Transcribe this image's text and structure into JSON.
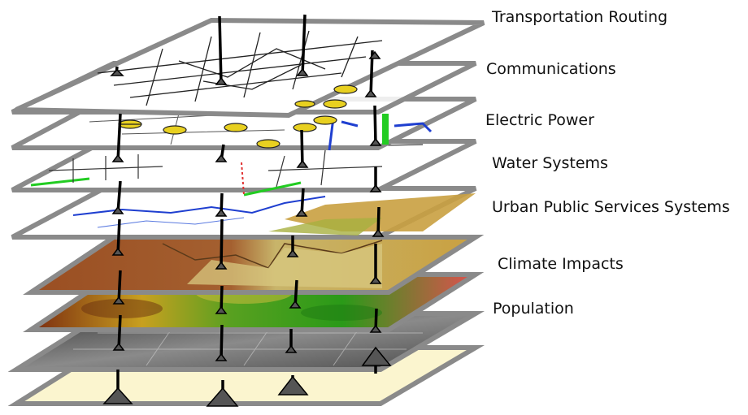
{
  "layers": [
    {
      "id": "transportation",
      "label": "Transportation Routing",
      "fill": "#ffffff"
    },
    {
      "id": "communications",
      "label": "Communications",
      "fill": "#ffffff"
    },
    {
      "id": "electric",
      "label": "Electric Power",
      "fill": "#ffffff"
    },
    {
      "id": "water",
      "label": "Water Systems",
      "fill": "#ffffff"
    },
    {
      "id": "urban",
      "label": "Urban Public Services Systems",
      "fill": "#ffffff"
    },
    {
      "id": "climate",
      "label": "Climate Impacts",
      "fill": "#b48a3c"
    },
    {
      "id": "population",
      "label": "Population",
      "fill": "#3c8a2a"
    },
    {
      "id": "imagery",
      "label": "",
      "fill": "#6a6a6a"
    },
    {
      "id": "base",
      "label": "",
      "fill": "#fbf5cf"
    }
  ],
  "colors": {
    "frame": "#8a8a8a",
    "pole": "#000000",
    "water": "#1f3fd0",
    "green_line": "#22cc22",
    "power_symbol": "#e8d020"
  }
}
